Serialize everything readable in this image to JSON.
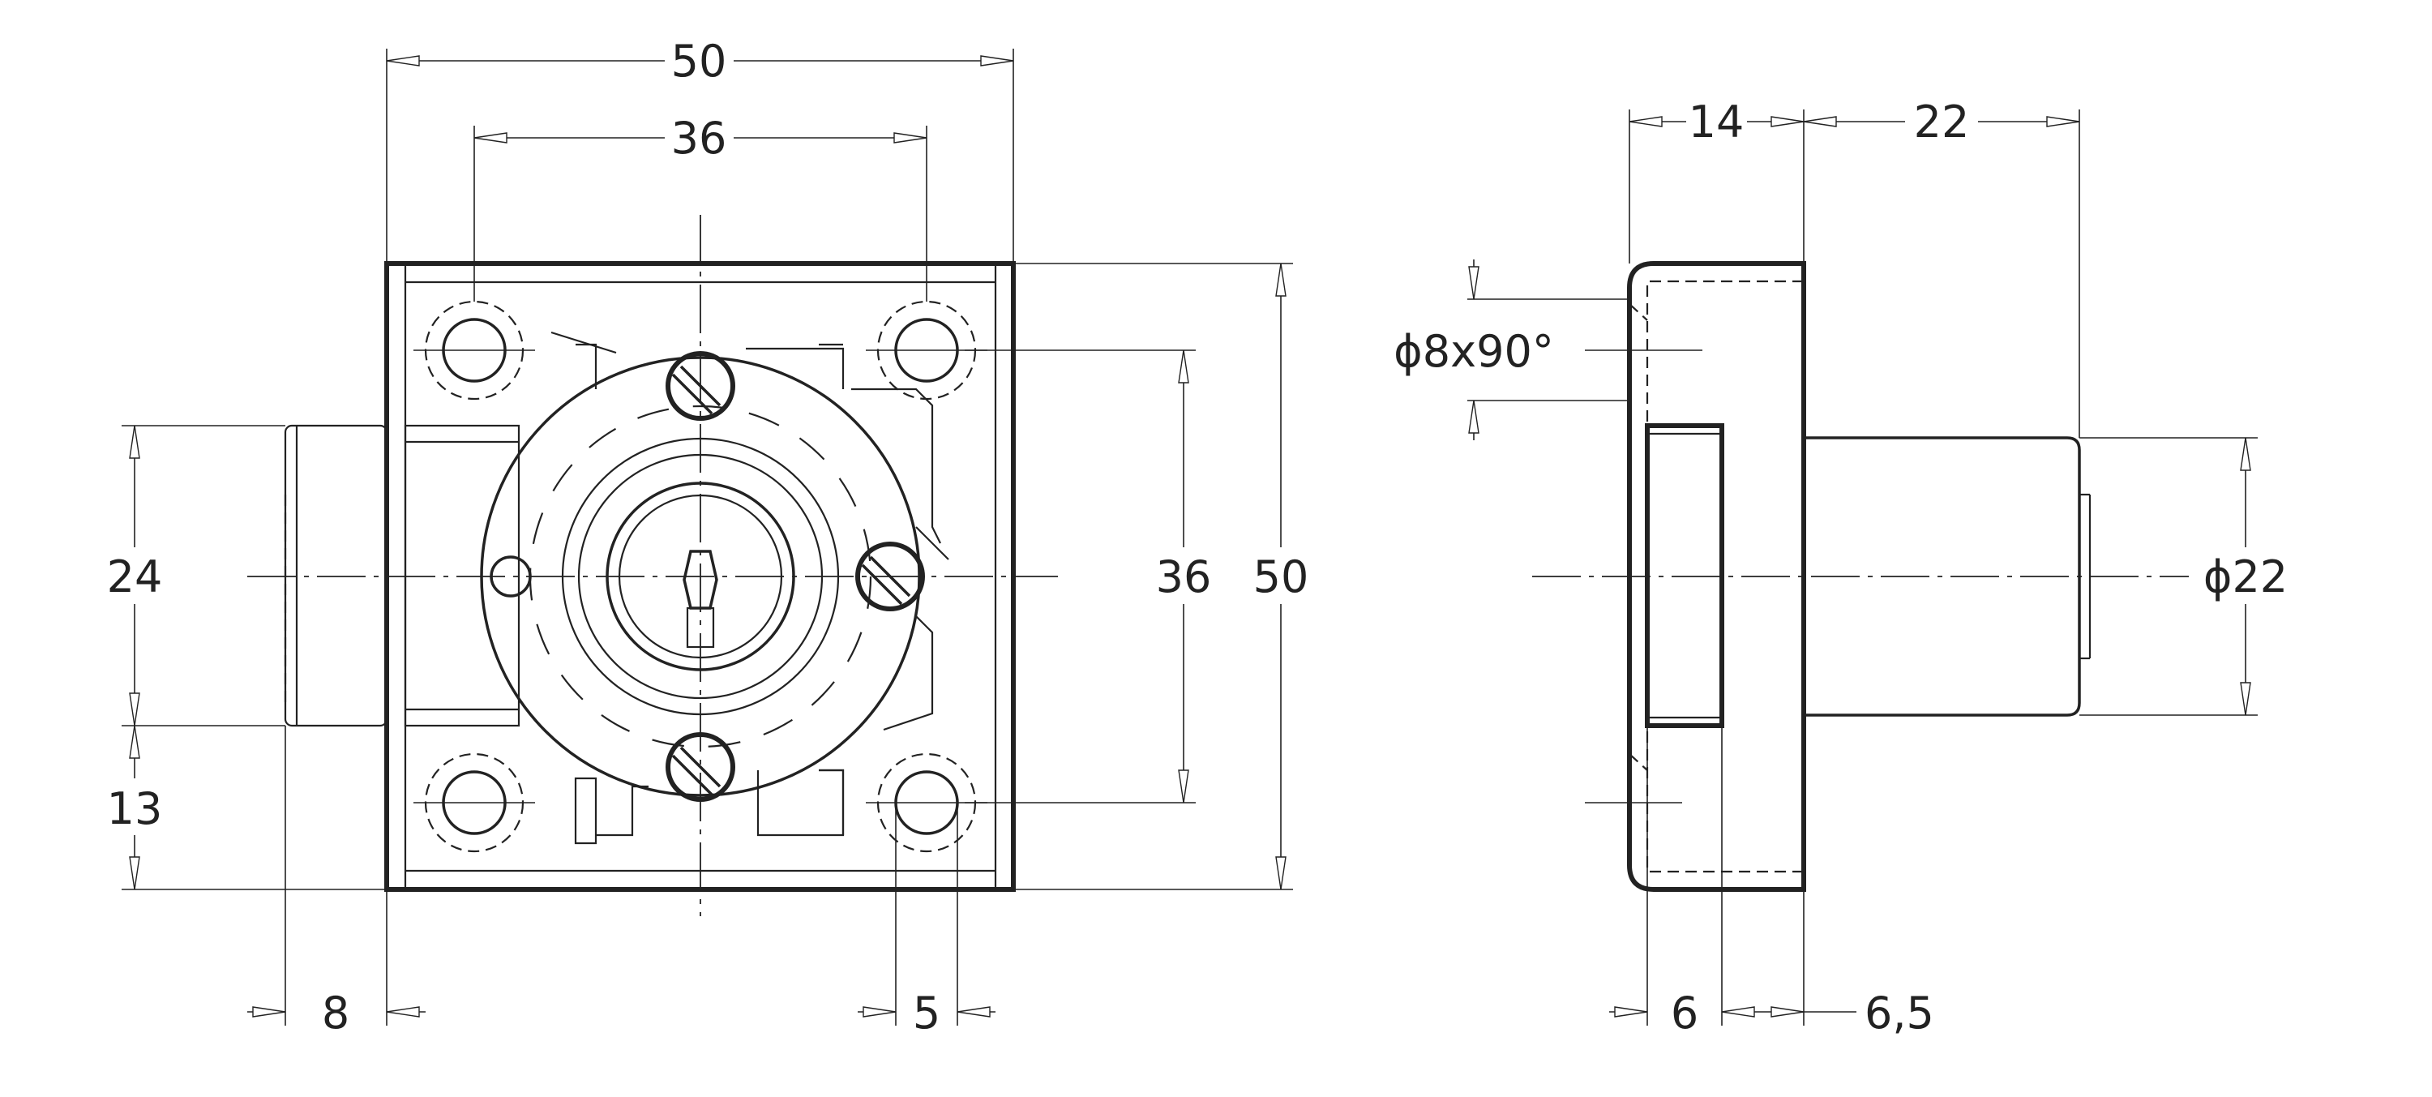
{
  "front_view": {
    "dimensions": {
      "body_width": "50",
      "hole_spacing_horizontal": "36",
      "hole_spacing_vertical": "36",
      "body_height": "50",
      "bolt_height": "24",
      "bottom_offset": "13",
      "bolt_projection": "8",
      "hole_edge_offset": "5"
    }
  },
  "side_view": {
    "dimensions": {
      "body_depth": "14",
      "cylinder_length": "22",
      "countersink": "ϕ8x90°",
      "cylinder_diameter": "ϕ22",
      "plate_offset": "6",
      "plate_thickness": "6,5"
    }
  }
}
